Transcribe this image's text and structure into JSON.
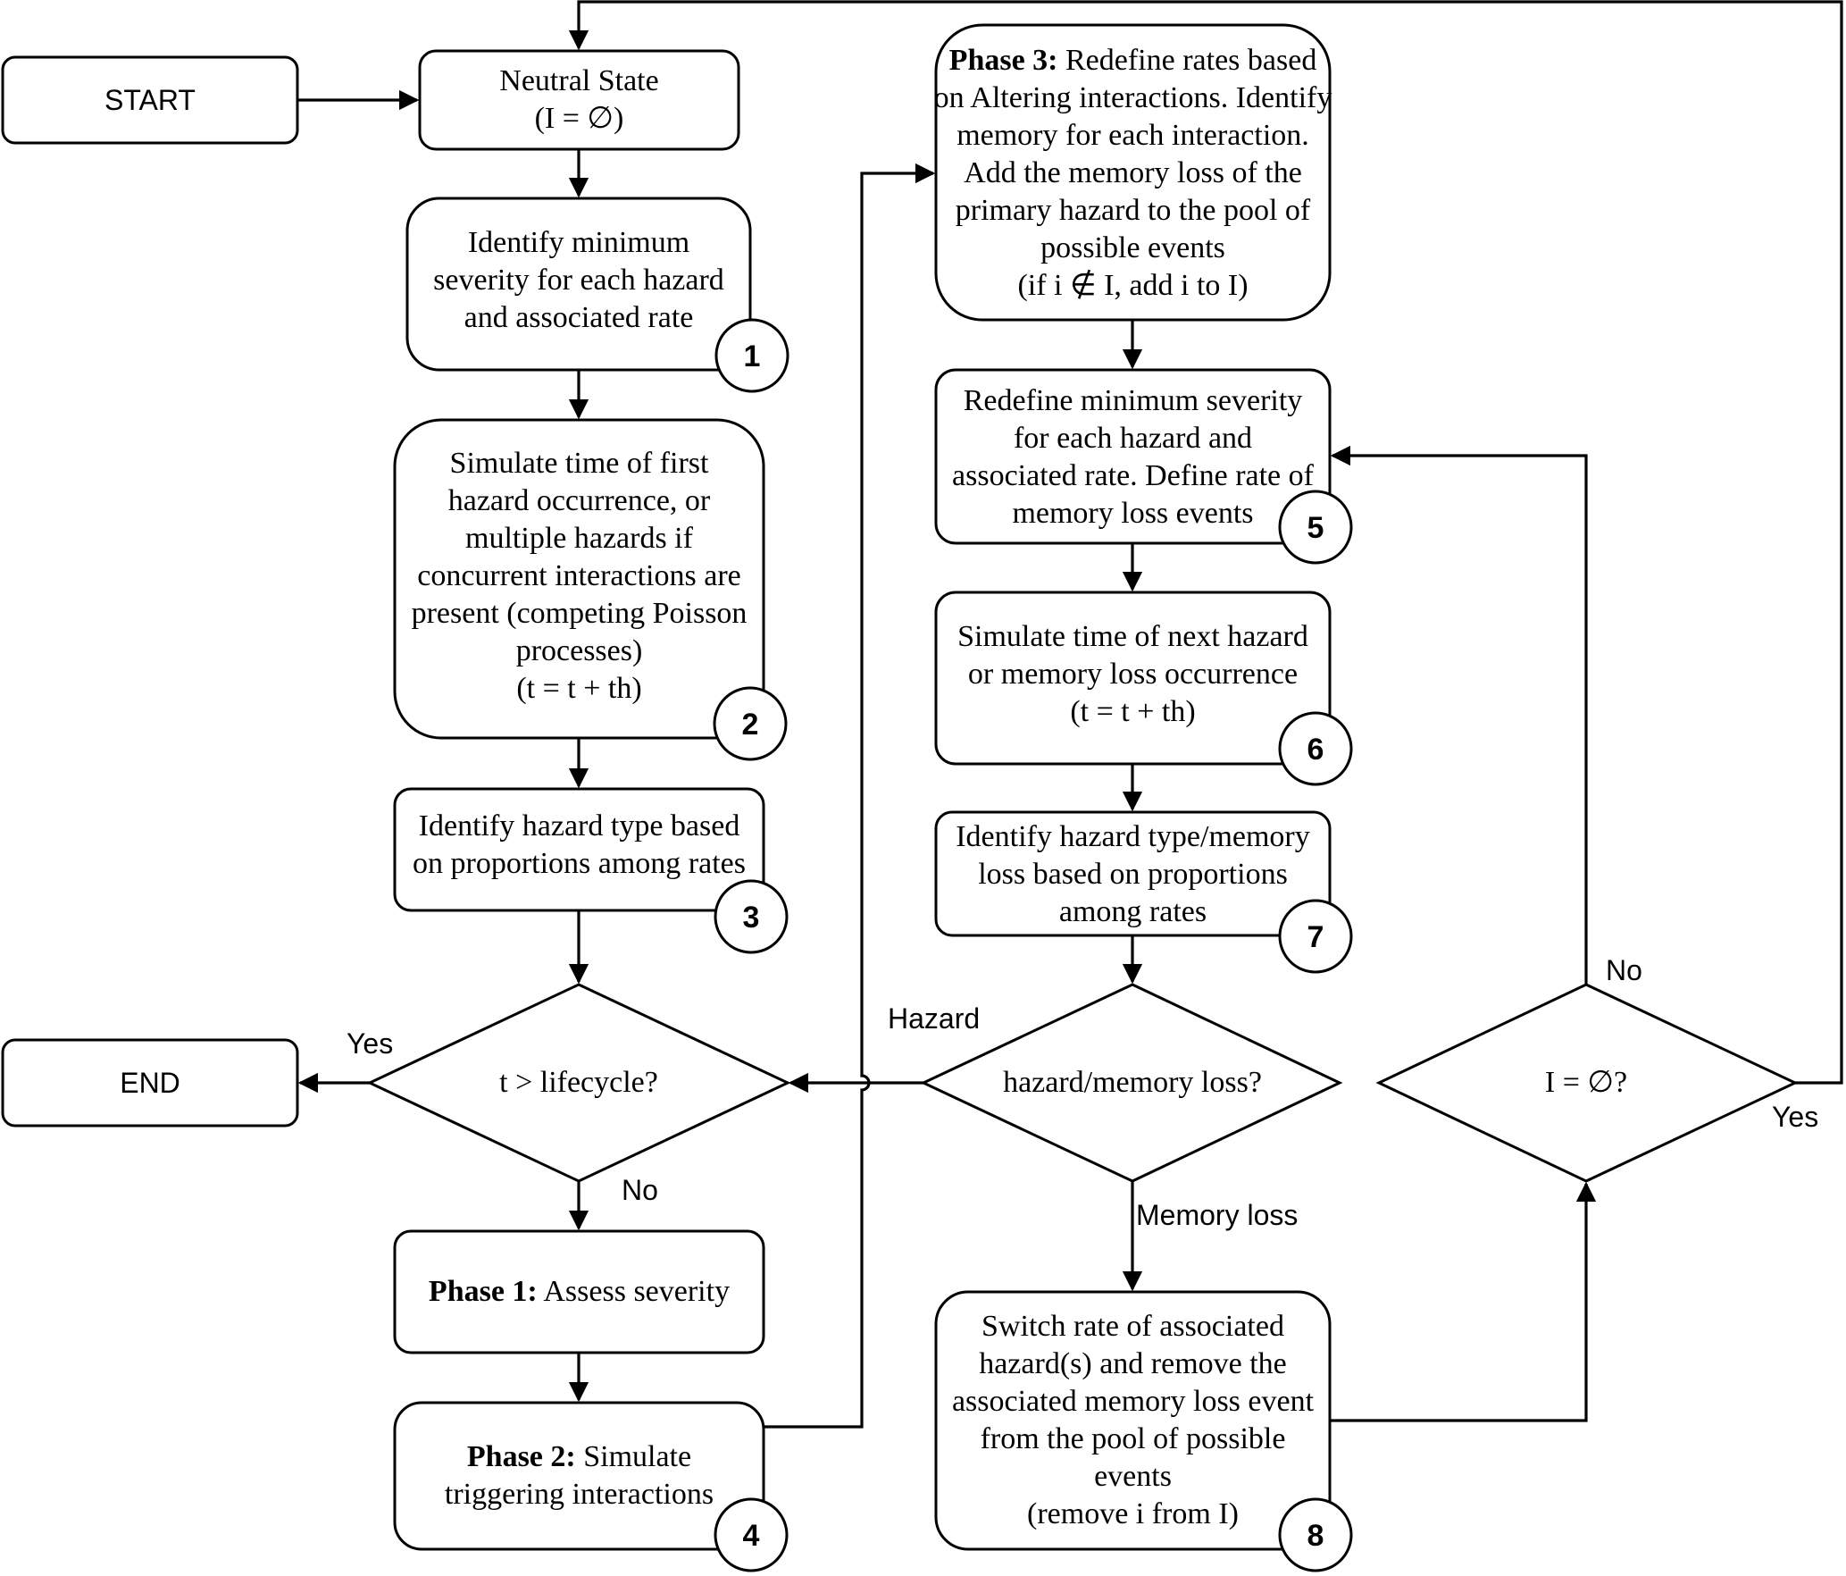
{
  "nodes": {
    "start": {
      "label": "START"
    },
    "end": {
      "label": "END"
    },
    "neutral": {
      "title": "Neutral State",
      "condition": "(I = ∅)"
    },
    "n1": {
      "lines": [
        "Identify minimum",
        "severity for each hazard",
        "and associated rate"
      ],
      "number": "1"
    },
    "n2": {
      "lines": [
        "Simulate time of first",
        "hazard occurrence, or",
        "multiple hazards if",
        "concurrent interactions are",
        "present (competing Poisson",
        "processes)"
      ],
      "formula": "(t = t + th)",
      "number": "2"
    },
    "n3": {
      "lines": [
        "Identify hazard type based",
        "on proportions among rates"
      ],
      "number": "3"
    },
    "lifecycle_q": {
      "label": "t > lifecycle?"
    },
    "phase1": {
      "bold": "Phase 1:",
      "text": "Assess severity"
    },
    "phase2": {
      "bold": "Phase 2:",
      "text": "Simulate",
      "line2": "triggering interactions",
      "number": "4"
    },
    "phase3": {
      "bold": "Phase 3:",
      "text": "Redefine rates based",
      "lines": [
        "on Altering interactions. Identify",
        "memory for each interaction.",
        "Add the memory loss of the",
        "primary hazard to the pool of",
        "possible events"
      ],
      "condition": "(if i ∉ I, add i to I)"
    },
    "n5": {
      "lines": [
        "Redefine minimum severity",
        "for each hazard and",
        "associated rate. Define rate of",
        "memory loss events"
      ],
      "number": "5"
    },
    "n6": {
      "lines": [
        "Simulate time of next hazard",
        "or memory loss occurrence"
      ],
      "formula": "(t = t + th)",
      "number": "6"
    },
    "n7": {
      "lines": [
        "Identify hazard type/memory",
        "loss based on proportions",
        "among rates"
      ],
      "number": "7"
    },
    "hazmem_q": {
      "label": "hazard/memory loss?"
    },
    "n8": {
      "lines": [
        "Switch rate of associated",
        "hazard(s) and remove the",
        "associated memory loss event",
        "from the pool of possible",
        "events"
      ],
      "condition": "(remove i from I)",
      "number": "8"
    },
    "empty_q": {
      "label": "I = ∅?"
    }
  },
  "edge_labels": {
    "yes_end": "Yes",
    "no_phase1": "No",
    "hazard": "Hazard",
    "memory_loss": "Memory loss",
    "no_loop": "No",
    "yes_loop": "Yes"
  }
}
